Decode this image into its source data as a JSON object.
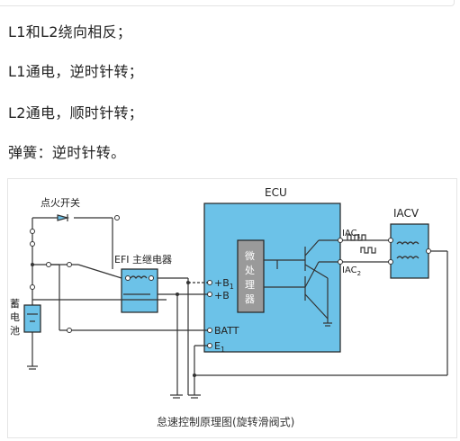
{
  "paragraphs": [
    "L1和L2绕向相反；",
    "L1通电，逆时针转；",
    "L2通电，顺时针转；",
    "弹簧：逆时针转。"
  ],
  "figure": {
    "ecu_label": "ECU",
    "iacv_label": "IACV",
    "ignition_switch_label": "点火开关",
    "efi_relay_label": "EFI 主继电器",
    "microprocessor_label": [
      "微",
      "处",
      "理",
      "器"
    ],
    "battery_label": [
      "蓄",
      "电",
      "池"
    ],
    "pin_b1_label": "+B",
    "pin_b1_sub": "1",
    "pin_b_label": "+B",
    "pin_batt_label": "BATT",
    "pin_e1_label": "E",
    "pin_e1_sub": "1",
    "iac1_label": "IAC",
    "iac1_sub": "1",
    "iac2_label": "IAC",
    "iac2_sub": "2",
    "caption": "怠速控制原理图(旋转滑阀式)",
    "colors": {
      "ecu_fill": "#6cc2e8",
      "wire": "#333333",
      "panel_border": "#222222"
    }
  }
}
